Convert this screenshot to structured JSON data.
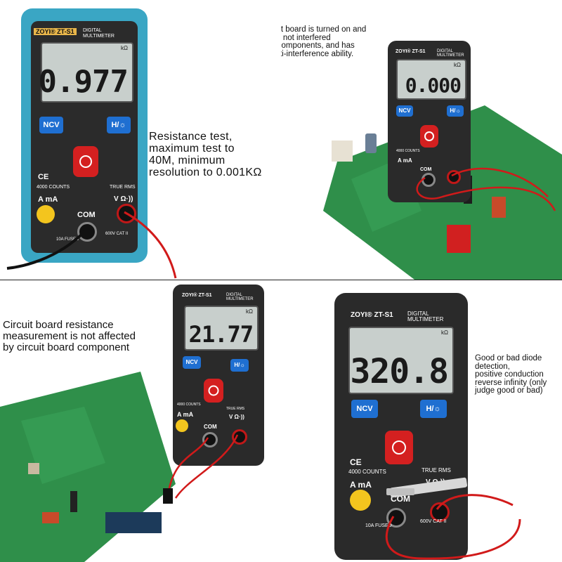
{
  "captions": {
    "resistance_test": [
      "Resistance test,",
      "maximum test to",
      "40M, minimum",
      "resolution to 0.001KΩ"
    ],
    "circuit_board_on": [
      "The circuit board is turned on and",
      "off, and is not interfered",
      "by other components, and has",
      "strong anti-interference ability."
    ],
    "circuit_board_resistance": [
      "Circuit board resistance",
      " measurement is not affected",
      "by circuit board component"
    ],
    "diode_detection": [
      "Good or bad diode",
      "detection,",
      "positive conduction",
      "reverse infinity (only",
      "judge good or bad)"
    ]
  },
  "meters": [
    {
      "reading": "0.977",
      "unit": "kΩ",
      "body": "blue-black"
    },
    {
      "reading": "0.000",
      "unit": "kΩ",
      "body": "black"
    },
    {
      "reading": "21.77",
      "unit": "kΩ",
      "body": "black"
    },
    {
      "reading": "320.8",
      "unit": "kΩ",
      "body": "black"
    }
  ],
  "meter_labels": {
    "brand": "ZOYI®",
    "model": "ZT-S1",
    "type": "DIGITAL MULTIMETER",
    "ncv": "NCV",
    "hold": "H/☼",
    "counts": "4000 COUNTS",
    "true_rms": "TRUE RMS",
    "a_ma": "A mA",
    "v_ohm": "V Ω·))",
    "com": "COM",
    "fused": "10A FUSED",
    "cat": "600V CAT II",
    "ce": "CE"
  },
  "colors": {
    "meter_blue": "#3aa6c4",
    "meter_black": "#2a2a2a",
    "button_blue": "#1f6fd1",
    "power_red": "#d42020",
    "board_green": "#2f8f4a",
    "wire_red": "#d11a1a"
  }
}
